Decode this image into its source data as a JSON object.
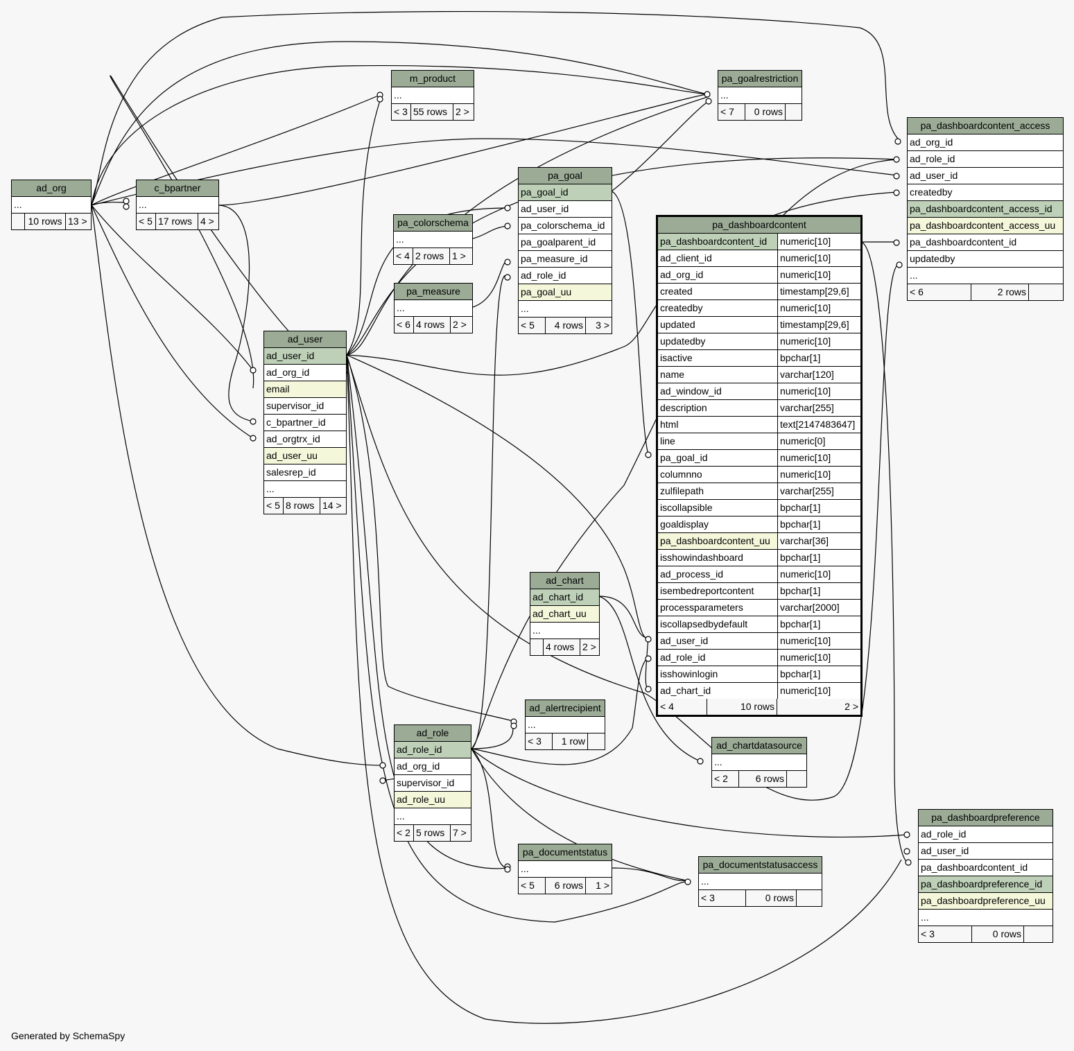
{
  "footer": "Generated by SchemaSpy",
  "tables": {
    "ad_org": {
      "name": "ad_org",
      "columns": [
        "..."
      ],
      "counts": [
        "",
        "10 rows",
        "13 >"
      ]
    },
    "c_bpartner": {
      "name": "c_bpartner",
      "columns": [
        "..."
      ],
      "counts": [
        "< 5",
        "17 rows",
        "4 >"
      ]
    },
    "m_product": {
      "name": "m_product",
      "columns": [
        "..."
      ],
      "counts": [
        "< 3",
        "55 rows",
        "2 >"
      ]
    },
    "pa_goalrestriction": {
      "name": "pa_goalrestriction",
      "columns": [
        "..."
      ],
      "counts": [
        "< 7",
        "0 rows",
        ""
      ]
    },
    "pa_goal": {
      "name": "pa_goal",
      "columns": [
        "pa_goal_id",
        "ad_user_id",
        "pa_colorschema_id",
        "pa_goalparent_id",
        "pa_measure_id",
        "ad_role_id",
        "pa_goal_uu",
        "..."
      ],
      "counts": [
        "< 5",
        "4 rows",
        "3 >"
      ]
    },
    "pa_colorschema": {
      "name": "pa_colorschema",
      "columns": [
        "..."
      ],
      "counts": [
        "< 4",
        "2 rows",
        "1 >"
      ]
    },
    "pa_measure": {
      "name": "pa_measure",
      "columns": [
        "..."
      ],
      "counts": [
        "< 6",
        "4 rows",
        "2 >"
      ]
    },
    "ad_user": {
      "name": "ad_user",
      "columns": [
        "ad_user_id",
        "ad_org_id",
        "email",
        "supervisor_id",
        "c_bpartner_id",
        "ad_orgtrx_id",
        "ad_user_uu",
        "salesrep_id",
        "..."
      ],
      "counts": [
        "< 5",
        "8 rows",
        "14 >"
      ]
    },
    "pa_dashboardcontent_access": {
      "name": "pa_dashboardcontent_access",
      "columns": [
        "ad_org_id",
        "ad_role_id",
        "ad_user_id",
        "createdby",
        "pa_dashboardcontent_access_id",
        "pa_dashboardcontent_access_uu",
        "pa_dashboardcontent_id",
        "updatedby",
        "..."
      ],
      "counts": [
        "< 6",
        "2 rows",
        ""
      ]
    },
    "pa_dashboardcontent": {
      "name": "pa_dashboardcontent",
      "columns": [
        [
          "pa_dashboardcontent_id",
          "numeric[10]"
        ],
        [
          "ad_client_id",
          "numeric[10]"
        ],
        [
          "ad_org_id",
          "numeric[10]"
        ],
        [
          "created",
          "timestamp[29,6]"
        ],
        [
          "createdby",
          "numeric[10]"
        ],
        [
          "updated",
          "timestamp[29,6]"
        ],
        [
          "updatedby",
          "numeric[10]"
        ],
        [
          "isactive",
          "bpchar[1]"
        ],
        [
          "name",
          "varchar[120]"
        ],
        [
          "ad_window_id",
          "numeric[10]"
        ],
        [
          "description",
          "varchar[255]"
        ],
        [
          "html",
          "text[2147483647]"
        ],
        [
          "line",
          "numeric[0]"
        ],
        [
          "pa_goal_id",
          "numeric[10]"
        ],
        [
          "columnno",
          "numeric[10]"
        ],
        [
          "zulfilepath",
          "varchar[255]"
        ],
        [
          "iscollapsible",
          "bpchar[1]"
        ],
        [
          "goaldisplay",
          "bpchar[1]"
        ],
        [
          "pa_dashboardcontent_uu",
          "varchar[36]"
        ],
        [
          "isshowindashboard",
          "bpchar[1]"
        ],
        [
          "ad_process_id",
          "numeric[10]"
        ],
        [
          "isembedreportcontent",
          "bpchar[1]"
        ],
        [
          "processparameters",
          "varchar[2000]"
        ],
        [
          "iscollapsedbydefault",
          "bpchar[1]"
        ],
        [
          "ad_user_id",
          "numeric[10]"
        ],
        [
          "ad_role_id",
          "numeric[10]"
        ],
        [
          "isshowinlogin",
          "bpchar[1]"
        ],
        [
          "ad_chart_id",
          "numeric[10]"
        ]
      ],
      "counts": [
        "< 4",
        "10 rows",
        "2 >"
      ]
    },
    "ad_chart": {
      "name": "ad_chart",
      "columns": [
        "ad_chart_id",
        "ad_chart_uu",
        "..."
      ],
      "counts": [
        "",
        "4 rows",
        "2 >"
      ]
    },
    "ad_alertrecipient": {
      "name": "ad_alertrecipient",
      "columns": [
        "..."
      ],
      "counts": [
        "< 3",
        "1 row",
        ""
      ]
    },
    "ad_role": {
      "name": "ad_role",
      "columns": [
        "ad_role_id",
        "ad_org_id",
        "supervisor_id",
        "ad_role_uu",
        "..."
      ],
      "counts": [
        "< 2",
        "5 rows",
        "7 >"
      ]
    },
    "ad_chartdatasource": {
      "name": "ad_chartdatasource",
      "columns": [
        "..."
      ],
      "counts": [
        "< 2",
        "6 rows",
        ""
      ]
    },
    "pa_documentstatus": {
      "name": "pa_documentstatus",
      "columns": [
        "..."
      ],
      "counts": [
        "< 5",
        "6 rows",
        "1 >"
      ]
    },
    "pa_documentstatusaccess": {
      "name": "pa_documentstatusaccess",
      "columns": [
        "..."
      ],
      "counts": [
        "< 3",
        "0 rows",
        ""
      ]
    },
    "pa_dashboardpreference": {
      "name": "pa_dashboardpreference",
      "columns": [
        "ad_role_id",
        "ad_user_id",
        "pa_dashboardcontent_id",
        "pa_dashboardpreference_id",
        "pa_dashboardpreference_uu",
        "..."
      ],
      "counts": [
        "< 3",
        "0 rows",
        ""
      ]
    }
  }
}
